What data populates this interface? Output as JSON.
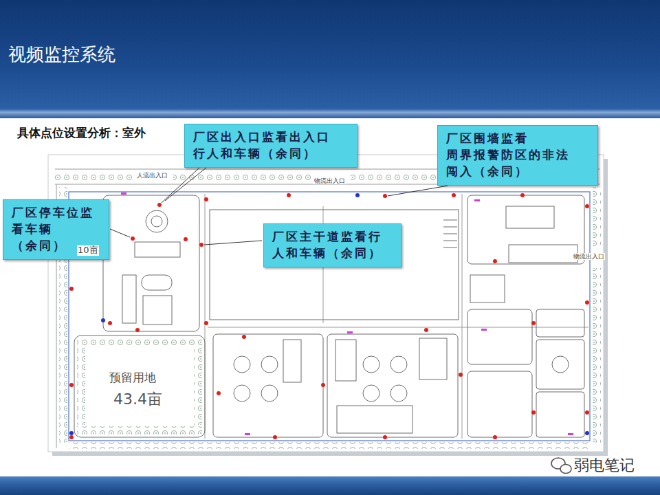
{
  "diagram": {
    "title": "视频监控系统",
    "nodes": [
      {
        "text": [
          "厂区出入口监看出入口 行人和车辆（余同）"
        ]
      },
      {
        "text": [
          "厂区围墙监看 周界报警防区的非法 闯入（余同）"
        ]
      },
      {
        "text": [
          "厂区停车位监 看车辆（余同）"
        ]
      },
      {
        "text": [
          "厂区主干道监看行 人和车辆（余同）"
        ]
      }
    ],
    "labels": [
      "具体点位设置分析：室外",
      "人流出入口",
      "物流出入口",
      "物流出入口",
      "10亩",
      "预留用地",
      "43.4亩",
      "弱电笔记"
    ]
  }
}
